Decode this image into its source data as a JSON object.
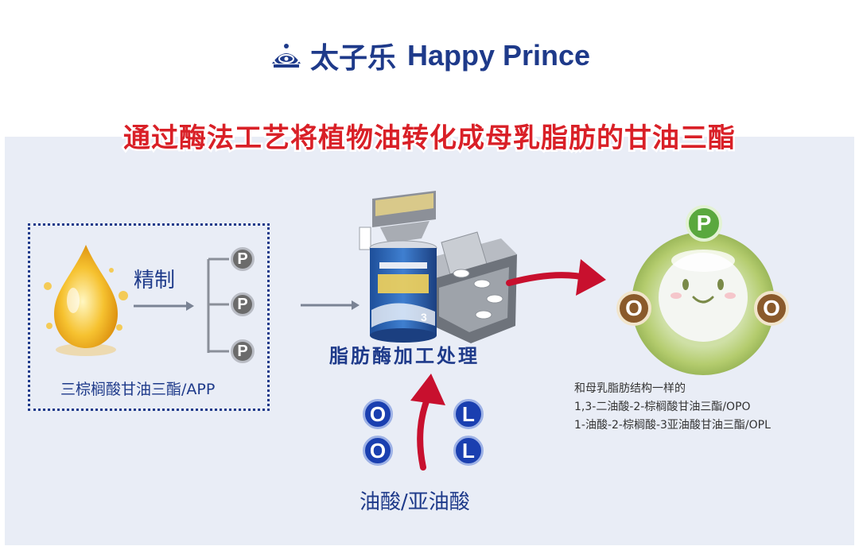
{
  "header": {
    "brand_cn": "太子乐",
    "brand_en": "Happy Prince",
    "logo_icon": "crown-logo-icon"
  },
  "title": "通过酶法工艺将植物油转化成母乳脂肪的甘油三酯",
  "left_box": {
    "arrow_label": "精制",
    "p_label": "P",
    "caption": "三棕榈酸甘油三酯/APP"
  },
  "middle": {
    "process_label": "脂肪酶加工处理",
    "can_icon": "formula-can-icon",
    "factory_icon": "factory-machine-icon",
    "o_label": "O",
    "l_label": "L",
    "bottom_label": "油酸/亚油酸"
  },
  "right": {
    "top_label": "P",
    "side_label": "O",
    "desc": [
      "和母乳脂肪结构一样的",
      "1,3-二油酸-2-棕榈酸甘油三酯/OPO",
      "1-油酸-2-棕榈酸-3亚油酸甘油三酯/OPL"
    ]
  },
  "colors": {
    "brand_blue": "#1e3a8a",
    "title_red": "#d92027",
    "arrow_red": "#c8102e",
    "panel_bg": "#e9edf6"
  }
}
